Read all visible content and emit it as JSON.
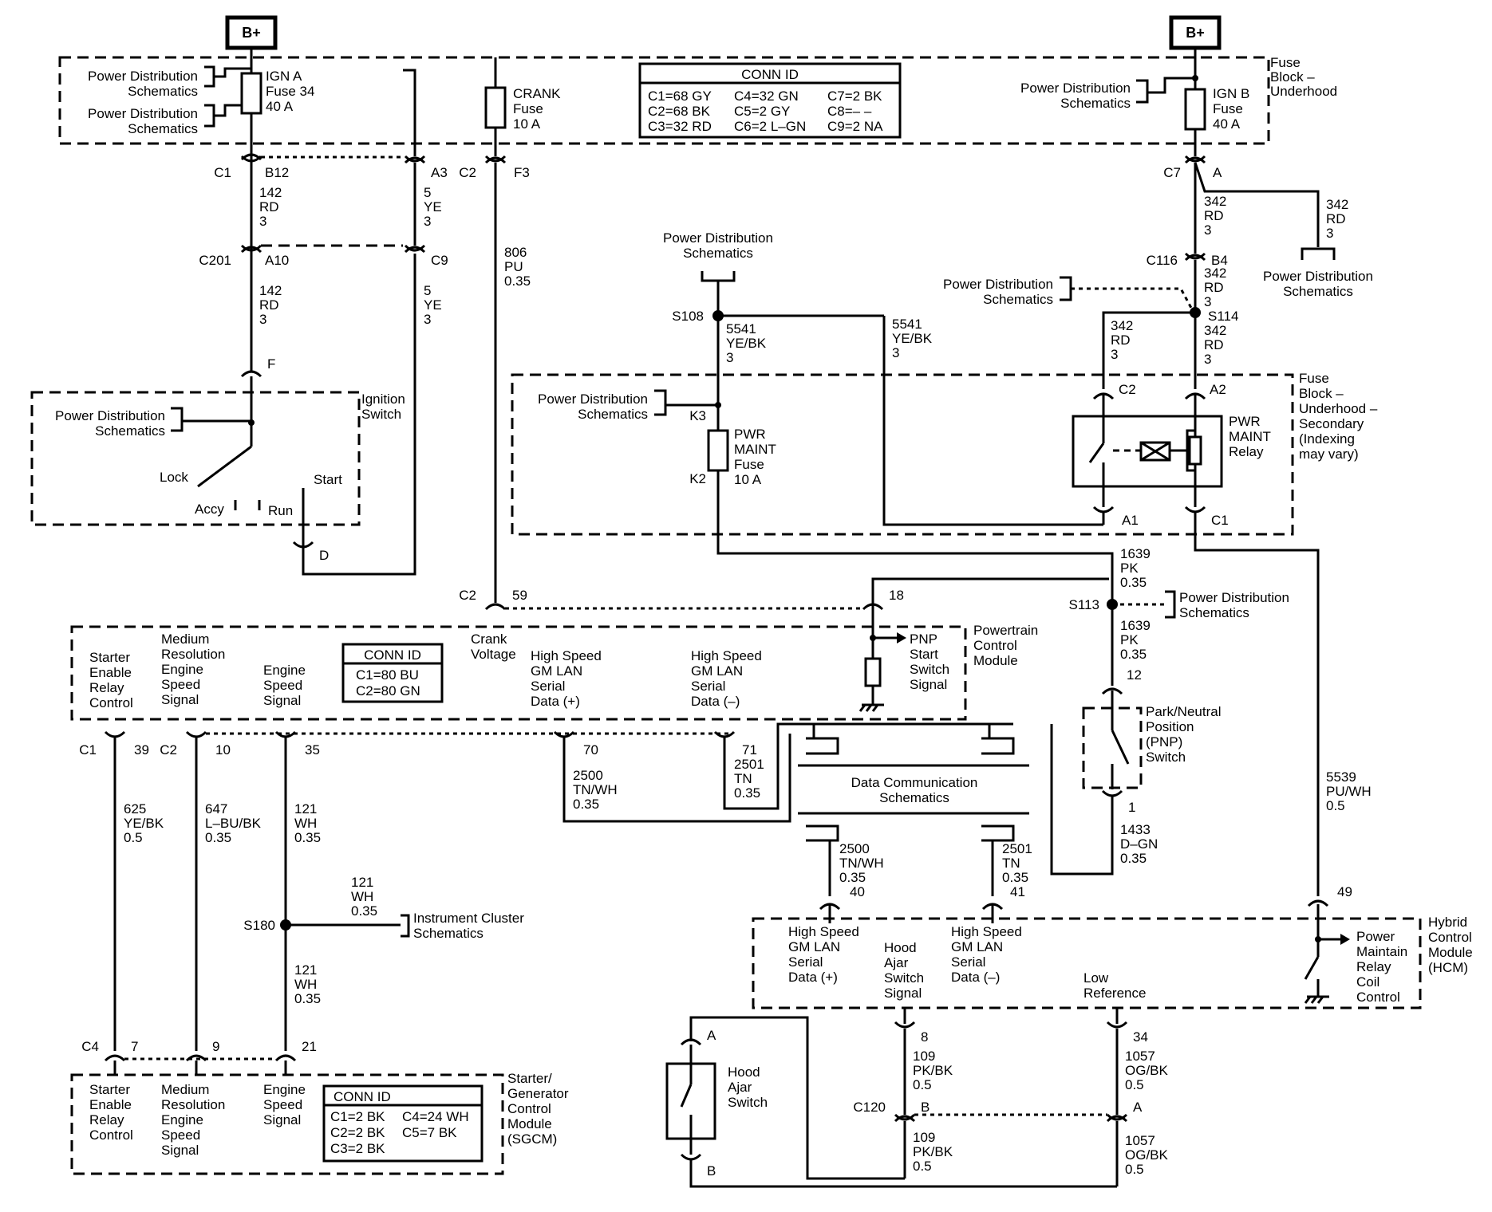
{
  "supply": {
    "bplus": "B+"
  },
  "fuse_block_underhood": {
    "name": [
      "Fuse",
      "Block –",
      "Underhood"
    ]
  },
  "fuse_block_secondary": {
    "name": [
      "Fuse",
      "Block –",
      "Underhood –",
      "Secondary",
      "(Indexing",
      "may vary)"
    ]
  },
  "ign_a_fuse": [
    "IGN A",
    "Fuse 34",
    "40 A"
  ],
  "crank_fuse": [
    "CRANK",
    "Fuse",
    "10 A"
  ],
  "ign_b_fuse": [
    "IGN B",
    "Fuse",
    "40 A"
  ],
  "pwr_maint_fuse": [
    "PWR",
    "MAINT",
    "Fuse",
    "10 A"
  ],
  "pwr_maint_relay": [
    "PWR",
    "MAINT",
    "Relay"
  ],
  "ref": {
    "pds": [
      "Power Distribution",
      "Schematics"
    ],
    "dcs": [
      "Data Communication",
      "Schematics"
    ],
    "ics": [
      "Instrument Cluster",
      "Schematics"
    ]
  },
  "conn_top": {
    "title": "CONN ID",
    "rows": [
      "C1=68 GY",
      "C4=32 GN",
      "C7=2 BK",
      "C2=68 BK",
      "C5=2 GY",
      "C8=– –",
      "C3=32 RD",
      "C6=2 L–GN",
      "C9=2 NA"
    ]
  },
  "conn_pcm": {
    "title": "CONN ID",
    "rows": [
      "C1=80 BU",
      "C2=80 GN"
    ]
  },
  "conn_sgcm": {
    "title": "CONN ID",
    "rows": [
      "C1=2 BK",
      "C4=24 WH",
      "C2=2 BK",
      "C5=7 BK",
      "C3=2 BK"
    ]
  },
  "ignition_switch": {
    "name": [
      "Ignition",
      "Switch"
    ],
    "lock": "Lock",
    "accy": "Accy",
    "run": "Run",
    "start": "Start"
  },
  "pcm": {
    "name": [
      "Powertrain",
      "Control",
      "Module"
    ],
    "starter": [
      "Starter",
      "Enable",
      "Relay",
      "Control"
    ],
    "mres": [
      "Medium",
      "Resolution",
      "Engine",
      "Speed",
      "Signal"
    ],
    "eng": [
      "Engine",
      "Speed",
      "Signal"
    ],
    "crank": [
      "Crank",
      "Voltage"
    ],
    "hsp": [
      "High Speed",
      "GM LAN",
      "Serial",
      "Data (+)"
    ],
    "hsm": [
      "High Speed",
      "GM LAN",
      "Serial",
      "Data (–)"
    ],
    "pnp": [
      "PNP",
      "Start",
      "Switch",
      "Signal"
    ]
  },
  "sgcm": {
    "name": [
      "Starter/",
      "Generator",
      "Control",
      "Module",
      "(SGCM)"
    ],
    "starter": [
      "Starter",
      "Enable",
      "Relay",
      "Control"
    ],
    "mres": [
      "Medium",
      "Resolution",
      "Engine",
      "Speed",
      "Signal"
    ],
    "eng": [
      "Engine",
      "Speed",
      "Signal"
    ]
  },
  "hcm": {
    "name": [
      "Hybrid",
      "Control",
      "Module",
      "(HCM)"
    ],
    "hsp": [
      "High Speed",
      "GM LAN",
      "Serial",
      "Data (+)"
    ],
    "hood": [
      "Hood",
      "Ajar",
      "Switch",
      "Signal"
    ],
    "hsm": [
      "High Speed",
      "GM LAN",
      "Serial",
      "Data (–)"
    ],
    "lowref": [
      "Low",
      "Reference"
    ],
    "coil": [
      "Power",
      "Maintain",
      "Relay",
      "Coil",
      "Control"
    ]
  },
  "pnp_switch": {
    "name": [
      "Park/Neutral",
      "Position",
      "(PNP)",
      "Switch"
    ]
  },
  "hood_switch": {
    "name": [
      "Hood",
      "Ajar",
      "Switch"
    ]
  },
  "wires": {
    "w142": [
      "142",
      "RD",
      "3"
    ],
    "w5a": [
      "5",
      "YE",
      "3"
    ],
    "w806": [
      "806",
      "PU",
      "0.35"
    ],
    "w342": [
      "342",
      "RD",
      "3"
    ],
    "w5541": [
      "5541",
      "YE/BK",
      "3"
    ],
    "w1639": [
      "1639",
      "PK",
      "0.35"
    ],
    "w2500": [
      "2500",
      "TN/WH",
      "0.35"
    ],
    "w2501": [
      "2501",
      "TN",
      "0.35"
    ],
    "w625": [
      "625",
      "YE/BK",
      "0.5"
    ],
    "w647": [
      "647",
      "L–BU/BK",
      "0.35"
    ],
    "w121": [
      "121",
      "WH",
      "0.35"
    ],
    "w1433": [
      "1433",
      "D–GN",
      "0.35"
    ],
    "w5539": [
      "5539",
      "PU/WH",
      "0.5"
    ],
    "w109": [
      "109",
      "PK/BK",
      "0.5"
    ],
    "w1057": [
      "1057",
      "OG/BK",
      "0.5"
    ]
  },
  "labels": {
    "C1": "C1",
    "C2": "C2",
    "C4": "C4",
    "C7": "C7",
    "C116": "C116",
    "C120": "C120",
    "C201": "C201",
    "C9": "C9",
    "A": "A",
    "A1": "A1",
    "A2": "A2",
    "A3": "A3",
    "A10": "A10",
    "B": "B",
    "B4": "B4",
    "B12": "B12",
    "D": "D",
    "F": "F",
    "F3": "F3",
    "K2": "K2",
    "K3": "K3",
    "S108": "S108",
    "S113": "S113",
    "S114": "S114",
    "S180": "S180",
    "p1": "1",
    "p7": "7",
    "p8": "8",
    "p9": "9",
    "p10": "10",
    "p12": "12",
    "p18": "18",
    "p21": "21",
    "p34": "34",
    "p35": "35",
    "p39": "39",
    "p40": "40",
    "p41": "41",
    "p49": "49",
    "p59": "59",
    "p70": "70",
    "p71": "71"
  }
}
